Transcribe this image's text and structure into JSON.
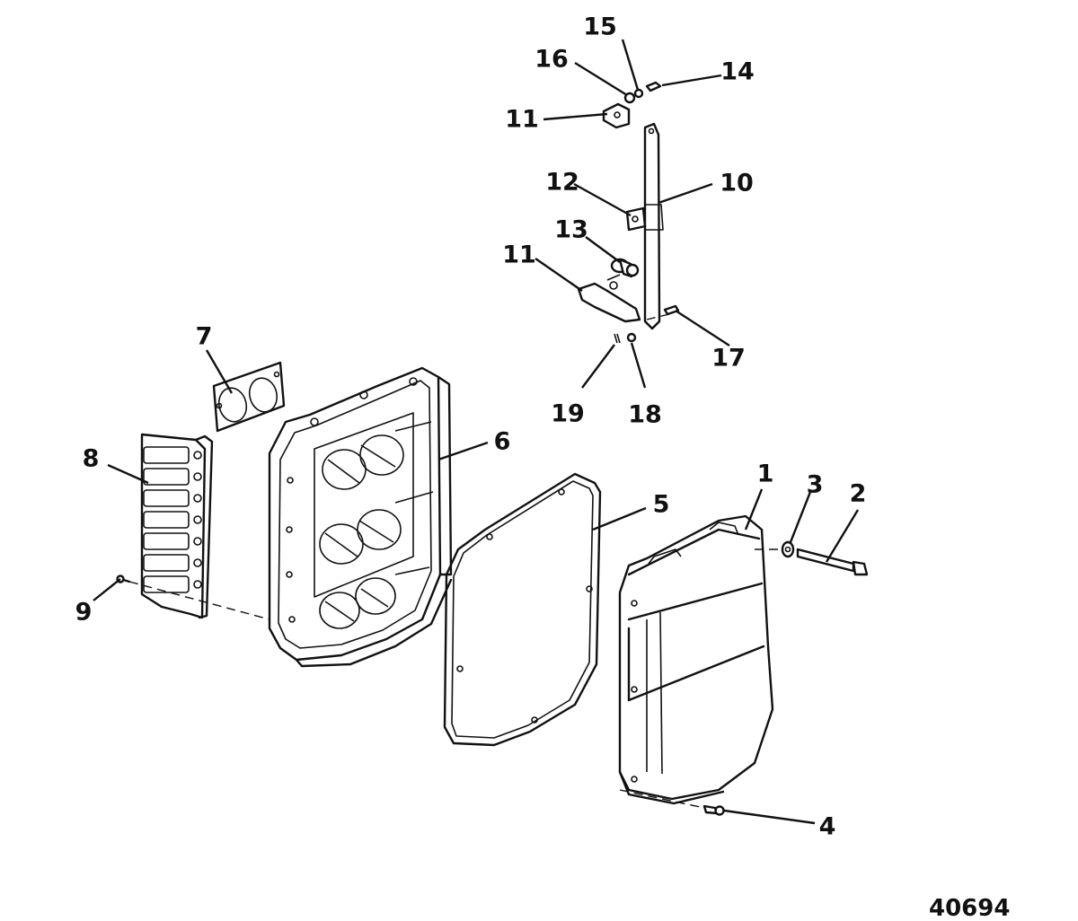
{
  "figure_number": "40694",
  "callouts": [
    {
      "id": "1",
      "label": "1"
    },
    {
      "id": "2",
      "label": "2"
    },
    {
      "id": "3",
      "label": "3"
    },
    {
      "id": "4",
      "label": "4"
    },
    {
      "id": "5",
      "label": "5"
    },
    {
      "id": "6",
      "label": "6"
    },
    {
      "id": "7",
      "label": "7"
    },
    {
      "id": "8",
      "label": "8"
    },
    {
      "id": "9",
      "label": "9"
    },
    {
      "id": "10",
      "label": "10"
    },
    {
      "id": "11a",
      "label": "11"
    },
    {
      "id": "11b",
      "label": "11"
    },
    {
      "id": "12",
      "label": "12"
    },
    {
      "id": "13",
      "label": "13"
    },
    {
      "id": "14",
      "label": "14"
    },
    {
      "id": "15",
      "label": "15"
    },
    {
      "id": "16",
      "label": "16"
    },
    {
      "id": "17",
      "label": "17"
    },
    {
      "id": "18",
      "label": "18"
    },
    {
      "id": "19",
      "label": "19"
    }
  ]
}
